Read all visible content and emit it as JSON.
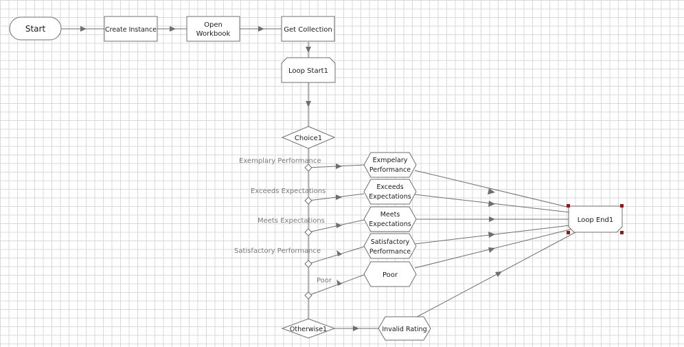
{
  "nodes": {
    "start": "Start",
    "create_instance": "Create Instance",
    "open_workbook_line1": "Open",
    "open_workbook_line2": "Workbook",
    "get_collection": "Get Collection",
    "loop_start": "Loop Start1",
    "choice": "Choice1",
    "exemplary_line1": "Exmpelary",
    "exemplary_line2": "Performance",
    "exceeds_line1": "Exceeds",
    "exceeds_line2": "Expectations",
    "meets_line1": "Meets",
    "meets_line2": "Expectations",
    "satisfactory_line1": "Satisfactory",
    "satisfactory_line2": "Performance",
    "poor": "Poor",
    "otherwise": "Otherwise1",
    "invalid_rating": "Invalid Rating",
    "loop_end": "Loop End1"
  },
  "case_labels": {
    "exemplary": "Exemplary Performance",
    "exceeds": "Exceeds Expectations",
    "meets": "Meets Expectations",
    "satisfactory": "Satisfactory Performance",
    "poor": "Poor"
  },
  "colors": {
    "grid": "#d9d9d9",
    "stroke": "#6e6e6e",
    "selection_handle": "#8b1a1a"
  }
}
